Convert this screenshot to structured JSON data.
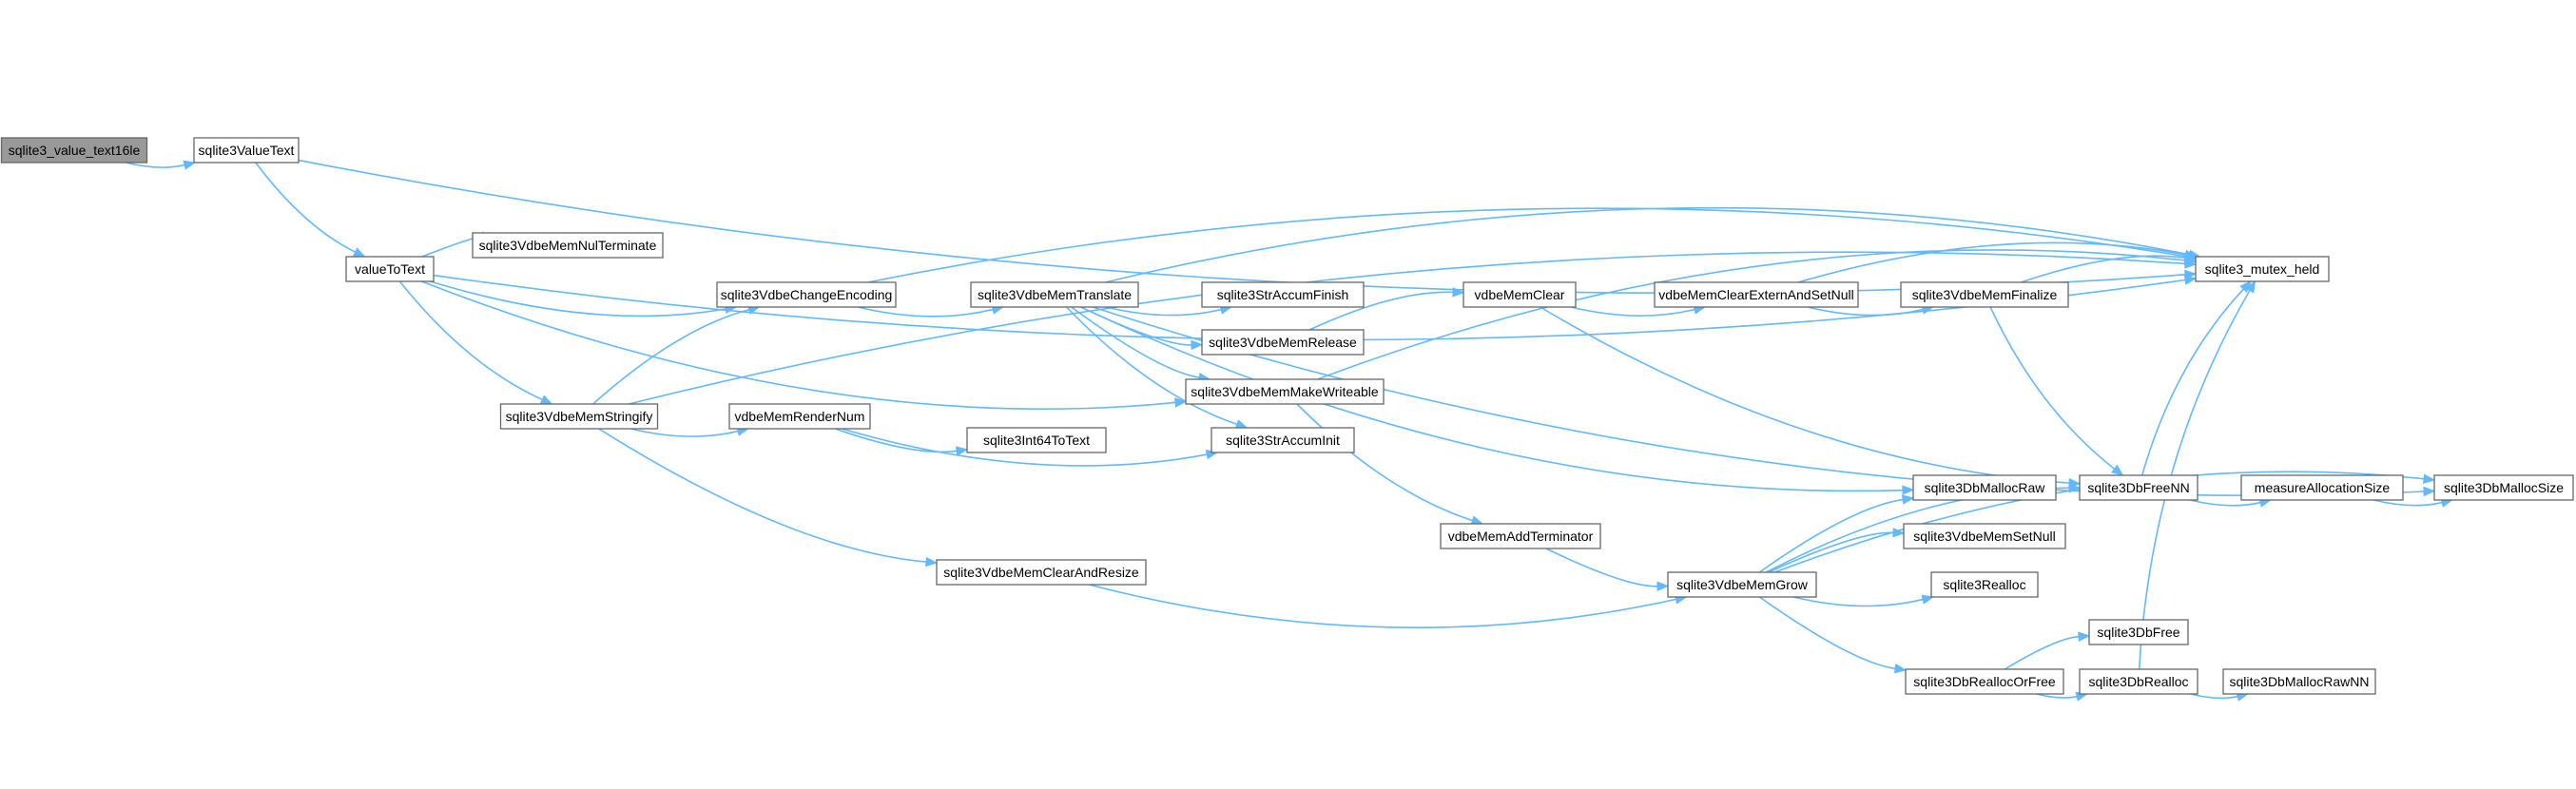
{
  "graph": {
    "colors": {
      "edge": "#63b8ff",
      "node_border": "#666666",
      "root_fill": "#999999",
      "node_fill": "#ffffff"
    },
    "nodes": [
      {
        "id": "n_value_text16le",
        "label": "sqlite3_value_text16le",
        "root": true
      },
      {
        "id": "n_ValueText",
        "label": "sqlite3ValueText"
      },
      {
        "id": "n_valueToText",
        "label": "valueToText"
      },
      {
        "id": "n_NulTerminate",
        "label": "sqlite3VdbeMemNulTerminate"
      },
      {
        "id": "n_ChangeEncoding",
        "label": "sqlite3VdbeChangeEncoding"
      },
      {
        "id": "n_Stringify",
        "label": "sqlite3VdbeMemStringify"
      },
      {
        "id": "n_MemTranslate",
        "label": "sqlite3VdbeMemTranslate"
      },
      {
        "id": "n_RenderNum",
        "label": "vdbeMemRenderNum"
      },
      {
        "id": "n_ClearAndResize",
        "label": "sqlite3VdbeMemClearAndResize"
      },
      {
        "id": "n_StrAccumFinish",
        "label": "sqlite3StrAccumFinish"
      },
      {
        "id": "n_MemRelease",
        "label": "sqlite3VdbeMemRelease"
      },
      {
        "id": "n_MakeWriteable",
        "label": "sqlite3VdbeMemMakeWriteable"
      },
      {
        "id": "n_StrAccumInit",
        "label": "sqlite3StrAccumInit"
      },
      {
        "id": "n_Int64ToText",
        "label": "sqlite3Int64ToText"
      },
      {
        "id": "n_vdbeMemClear",
        "label": "vdbeMemClear"
      },
      {
        "id": "n_ClearExternAndSetNull",
        "label": "vdbeMemClearExternAndSetNull"
      },
      {
        "id": "n_MemFinalize",
        "label": "sqlite3VdbeMemFinalize"
      },
      {
        "id": "n_mutex_held",
        "label": "sqlite3_mutex_held"
      },
      {
        "id": "n_AddTerminator",
        "label": "vdbeMemAddTerminator"
      },
      {
        "id": "n_MemGrow",
        "label": "sqlite3VdbeMemGrow"
      },
      {
        "id": "n_DbMallocRaw",
        "label": "sqlite3DbMallocRaw"
      },
      {
        "id": "n_MemSetNull",
        "label": "sqlite3VdbeMemSetNull"
      },
      {
        "id": "n_Realloc",
        "label": "sqlite3Realloc"
      },
      {
        "id": "n_DbReallocOrFree",
        "label": "sqlite3DbReallocOrFree"
      },
      {
        "id": "n_DbFree",
        "label": "sqlite3DbFree"
      },
      {
        "id": "n_DbRealloc",
        "label": "sqlite3DbRealloc"
      },
      {
        "id": "n_DbMallocRawNN",
        "label": "sqlite3DbMallocRawNN"
      },
      {
        "id": "n_DbFreeNN",
        "label": "sqlite3DbFreeNN"
      },
      {
        "id": "n_measureAllocationSize",
        "label": "measureAllocationSize"
      },
      {
        "id": "n_DbMallocSize",
        "label": "sqlite3DbMallocSize"
      }
    ],
    "edges": [
      [
        "n_value_text16le",
        "n_ValueText"
      ],
      [
        "n_ValueText",
        "n_mutex_held"
      ],
      [
        "n_ValueText",
        "n_valueToText"
      ],
      [
        "n_valueToText",
        "n_mutex_held"
      ],
      [
        "n_valueToText",
        "n_NulTerminate"
      ],
      [
        "n_valueToText",
        "n_ChangeEncoding"
      ],
      [
        "n_valueToText",
        "n_MakeWriteable"
      ],
      [
        "n_valueToText",
        "n_Stringify"
      ],
      [
        "n_ChangeEncoding",
        "n_mutex_held"
      ],
      [
        "n_ChangeEncoding",
        "n_MemTranslate"
      ],
      [
        "n_Stringify",
        "n_ChangeEncoding"
      ],
      [
        "n_Stringify",
        "n_RenderNum"
      ],
      [
        "n_Stringify",
        "n_mutex_held"
      ],
      [
        "n_Stringify",
        "n_ClearAndResize"
      ],
      [
        "n_MemTranslate",
        "n_mutex_held"
      ],
      [
        "n_MemTranslate",
        "n_DbMallocSize"
      ],
      [
        "n_MemTranslate",
        "n_StrAccumFinish"
      ],
      [
        "n_MemTranslate",
        "n_MemRelease"
      ],
      [
        "n_MemTranslate",
        "n_MakeWriteable"
      ],
      [
        "n_MemTranslate",
        "n_StrAccumInit"
      ],
      [
        "n_MemTranslate",
        "n_DbMallocRaw"
      ],
      [
        "n_RenderNum",
        "n_StrAccumInit"
      ],
      [
        "n_RenderNum",
        "n_Int64ToText"
      ],
      [
        "n_ClearAndResize",
        "n_MemGrow"
      ],
      [
        "n_MemRelease",
        "n_vdbeMemClear"
      ],
      [
        "n_MakeWriteable",
        "n_mutex_held"
      ],
      [
        "n_MakeWriteable",
        "n_AddTerminator"
      ],
      [
        "n_vdbeMemClear",
        "n_ClearExternAndSetNull"
      ],
      [
        "n_vdbeMemClear",
        "n_DbFreeNN"
      ],
      [
        "n_ClearExternAndSetNull",
        "n_mutex_held"
      ],
      [
        "n_ClearExternAndSetNull",
        "n_MemFinalize"
      ],
      [
        "n_MemFinalize",
        "n_mutex_held"
      ],
      [
        "n_MemFinalize",
        "n_DbFreeNN"
      ],
      [
        "n_AddTerminator",
        "n_MemGrow"
      ],
      [
        "n_MemGrow",
        "n_DbMallocRaw"
      ],
      [
        "n_MemGrow",
        "n_MemSetNull"
      ],
      [
        "n_MemGrow",
        "n_Realloc"
      ],
      [
        "n_MemGrow",
        "n_DbReallocOrFree"
      ],
      [
        "n_MemGrow",
        "n_DbFreeNN"
      ],
      [
        "n_MemGrow",
        "n_DbMallocSize"
      ],
      [
        "n_DbReallocOrFree",
        "n_DbFree"
      ],
      [
        "n_DbReallocOrFree",
        "n_DbRealloc"
      ],
      [
        "n_DbRealloc",
        "n_mutex_held"
      ],
      [
        "n_DbRealloc",
        "n_DbMallocRawNN"
      ],
      [
        "n_DbFreeNN",
        "n_mutex_held"
      ],
      [
        "n_DbFreeNN",
        "n_measureAllocationSize"
      ],
      [
        "n_measureAllocationSize",
        "n_DbMallocSize"
      ]
    ]
  }
}
